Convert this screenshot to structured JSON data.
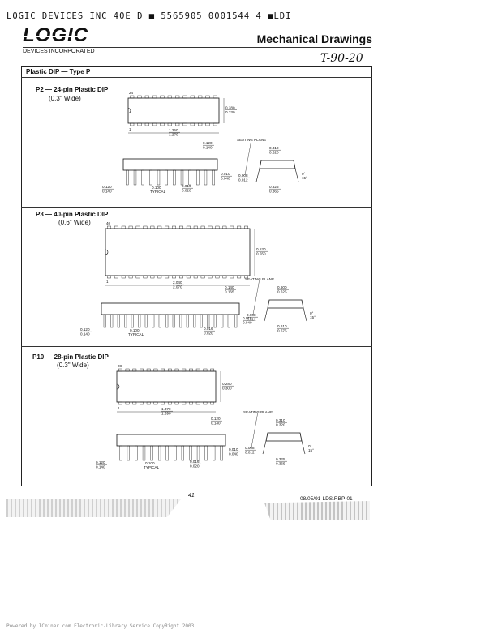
{
  "header": {
    "top_line": "LOGIC DEVICES INC          40E D  ■  5565905 0001544 4 ■LDI",
    "logo_text": "LOGIC",
    "company": "DEVICES INCORPORATED",
    "section_heading": "Mechanical Drawings",
    "handwritten_code": "T-90-20"
  },
  "box_title": "Plastic DIP — Type P",
  "packages": [
    {
      "label": "P2 — 24-pin Plastic DIP",
      "width_note": "(0.3\" Wide)",
      "pin_top": "24",
      "pin_bottom": "1",
      "length_min": "1.250",
      "length_max": "1.270",
      "width_min": "0.280",
      "width_max": "0.330",
      "height_min": "0.120",
      "height_max": "0.140",
      "pin_len_min": "0.120",
      "pin_len_max": "0.140",
      "pitch": "0.100",
      "pitch_note": "TYPICAL",
      "lead_min": "0.016",
      "lead_max": "0.020",
      "stand_min": "0.010",
      "stand_max": "0.040",
      "thick_min": "0.008",
      "thick_max": "0.012",
      "row_min": "0.310",
      "row_max": "0.320",
      "span_min": "0.325",
      "span_max": "0.365",
      "seating": "SEATING PLANE",
      "angle": "0°",
      "angle2": "15°"
    },
    {
      "label": "P3 — 40-pin Plastic DIP",
      "width_note": "(0.6\" Wide)",
      "pin_top": "40",
      "pin_bottom": "1",
      "length_min": "2.040",
      "length_max": "2.070",
      "width_min": "0.530",
      "width_max": "0.550",
      "height_min": "0.140",
      "height_max": "0.165",
      "pin_len_min": "0.120",
      "pin_len_max": "0.140",
      "pitch": "0.100",
      "pitch_note": "TYPICAL",
      "lead_min": "0.016",
      "lead_max": "0.020",
      "stand_min": "0.015",
      "stand_max": "0.040",
      "thick_min": "0.008",
      "thick_max": "0.012",
      "row_min": "0.600",
      "row_max": "0.625",
      "span_min": "0.610",
      "span_max": "0.675",
      "seating": "SEATING PLANE",
      "angle": "0°",
      "angle2": "15°"
    },
    {
      "label": "P10 — 28-pin Plastic DIP",
      "width_note": "(0.3\" Wide)",
      "pin_top": "28",
      "pin_bottom": "1",
      "length_min": "1.370",
      "length_max": "1.390",
      "width_min": "0.280",
      "width_max": "0.300",
      "height_min": "0.120",
      "height_max": "0.140",
      "pin_len_min": "0.120",
      "pin_len_max": "0.140",
      "pitch": "0.100",
      "pitch_note": "TYPICAL",
      "lead_min": "0.016",
      "lead_max": "0.020",
      "stand_min": "0.010",
      "stand_max": "0.040",
      "thick_min": "0.008",
      "thick_max": "0.012",
      "row_min": "0.310",
      "row_max": "0.320",
      "span_min": "0.325",
      "span_max": "0.365",
      "seating": "SEATING PLANE",
      "angle": "0°",
      "angle2": "15°"
    }
  ],
  "page_number": "41",
  "doc_code": "08/05/91-LDS.RBP-01",
  "footer": "Powered by ICminer.com Electronic-Library Service CopyRight 2003"
}
